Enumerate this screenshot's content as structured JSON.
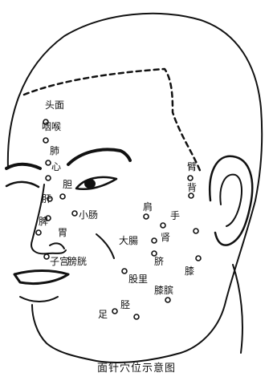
{
  "caption": "面针穴位示意图",
  "points": [
    "头面",
    "咽喉",
    "肺",
    "心",
    "肝",
    "胆",
    "脾",
    "胃",
    "膀胱",
    "子宫",
    "小肠",
    "肩",
    "手",
    "背",
    "臂",
    "大腸",
    "肾",
    "脐",
    "膝",
    "膝膑",
    "股里",
    "胫",
    "足"
  ]
}
